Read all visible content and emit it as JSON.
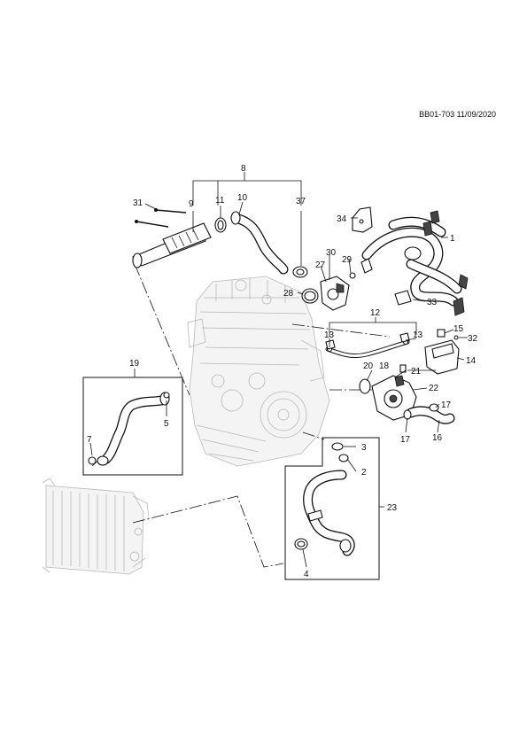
{
  "doc_ref": "BB01-703 11/09/2020",
  "callouts": {
    "c1": "1",
    "c2": "2",
    "c3": "3",
    "c4": "4",
    "c5": "5",
    "c7": "7",
    "c8": "8",
    "c9": "9",
    "c10": "10",
    "c11": "11",
    "c12": "12",
    "c13a": "13",
    "c13b": "13",
    "c14": "14",
    "c15": "15",
    "c16": "16",
    "c17a": "17",
    "c17b": "17",
    "c18": "18",
    "c19": "19",
    "c20": "20",
    "c21": "21",
    "c22": "22",
    "c23": "23",
    "c27": "27",
    "c28": "28",
    "c29": "29",
    "c30": "30",
    "c31": "31",
    "c32": "32",
    "c33": "33",
    "c34": "34",
    "c37": "37"
  }
}
